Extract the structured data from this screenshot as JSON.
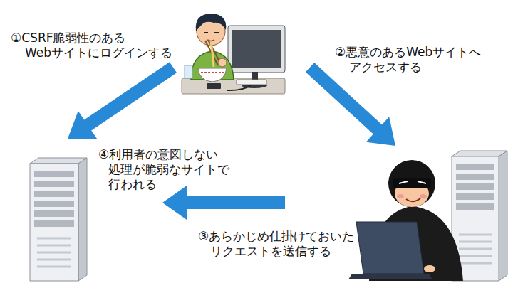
{
  "diagram": {
    "nodes": [
      {
        "text": []
      },
      {
        "text": []
      },
      {
        "text": []
      }
    ],
    "edges": [
      {
        "from": 0,
        "to": 1,
        "arrow": "to",
        "label": "①CSRF脆弱性のある Webサイトにログインする"
      },
      {
        "from": 0,
        "to": 2,
        "arrow": "to",
        "label": "②悪意のあるWebサイトへ アクセスする"
      },
      {
        "from": 2,
        "to": 1,
        "arrow": "to",
        "label": "③あらかじめ仕掛けておいた リクエストを送信する"
      }
    ],
    "labels": [
      "④利用者の意図しない 処理が脆弱なサイトで 行われる"
    ]
  }
}
